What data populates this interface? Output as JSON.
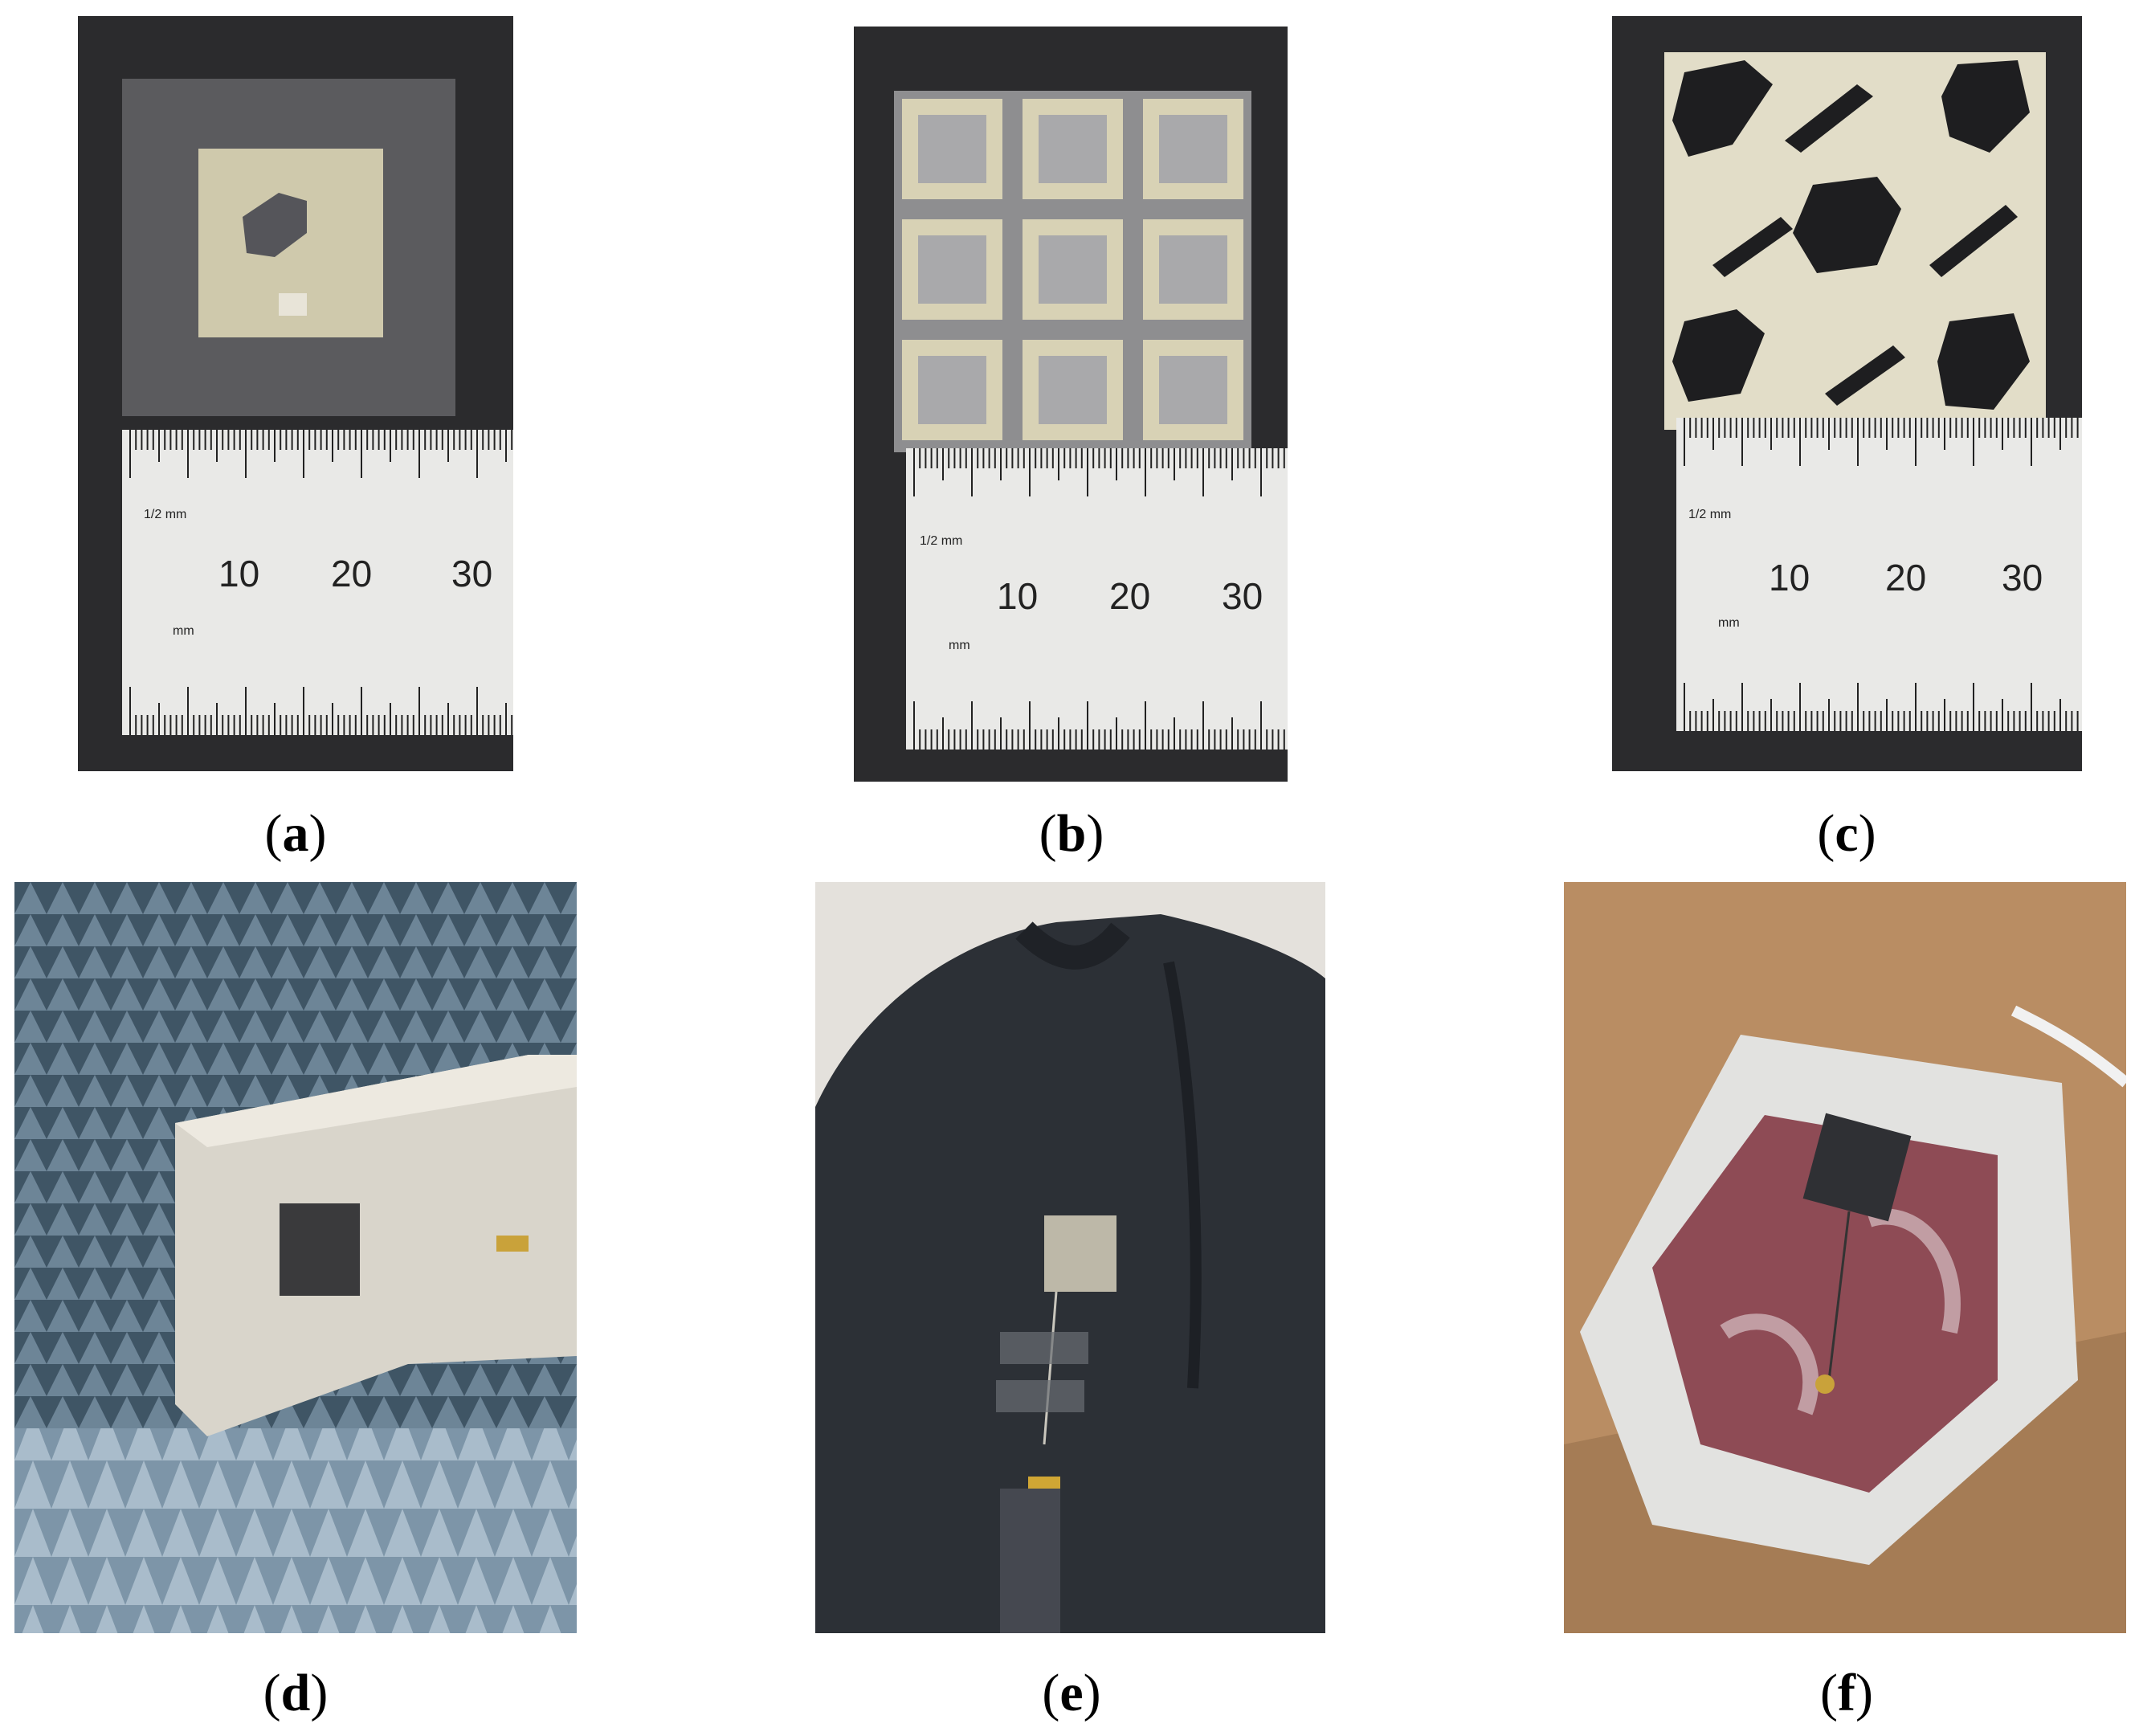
{
  "panels": [
    {
      "id": "a",
      "caption_open": "(",
      "caption_letter": "a",
      "caption_close": ")"
    },
    {
      "id": "b",
      "caption_open": "(",
      "caption_letter": "b",
      "caption_close": ")"
    },
    {
      "id": "c",
      "caption_open": "(",
      "caption_letter": "c",
      "caption_close": ")"
    },
    {
      "id": "d",
      "caption_open": "(",
      "caption_letter": "d",
      "caption_close": ")"
    },
    {
      "id": "e",
      "caption_open": "(",
      "caption_letter": "e",
      "caption_close": ")"
    },
    {
      "id": "f",
      "caption_open": "(",
      "caption_letter": "f",
      "caption_close": ")"
    }
  ],
  "ruler": {
    "half_mm_label": "1/2 mm",
    "mm_label": "mm",
    "numbers": [
      "10",
      "20",
      "30"
    ]
  }
}
